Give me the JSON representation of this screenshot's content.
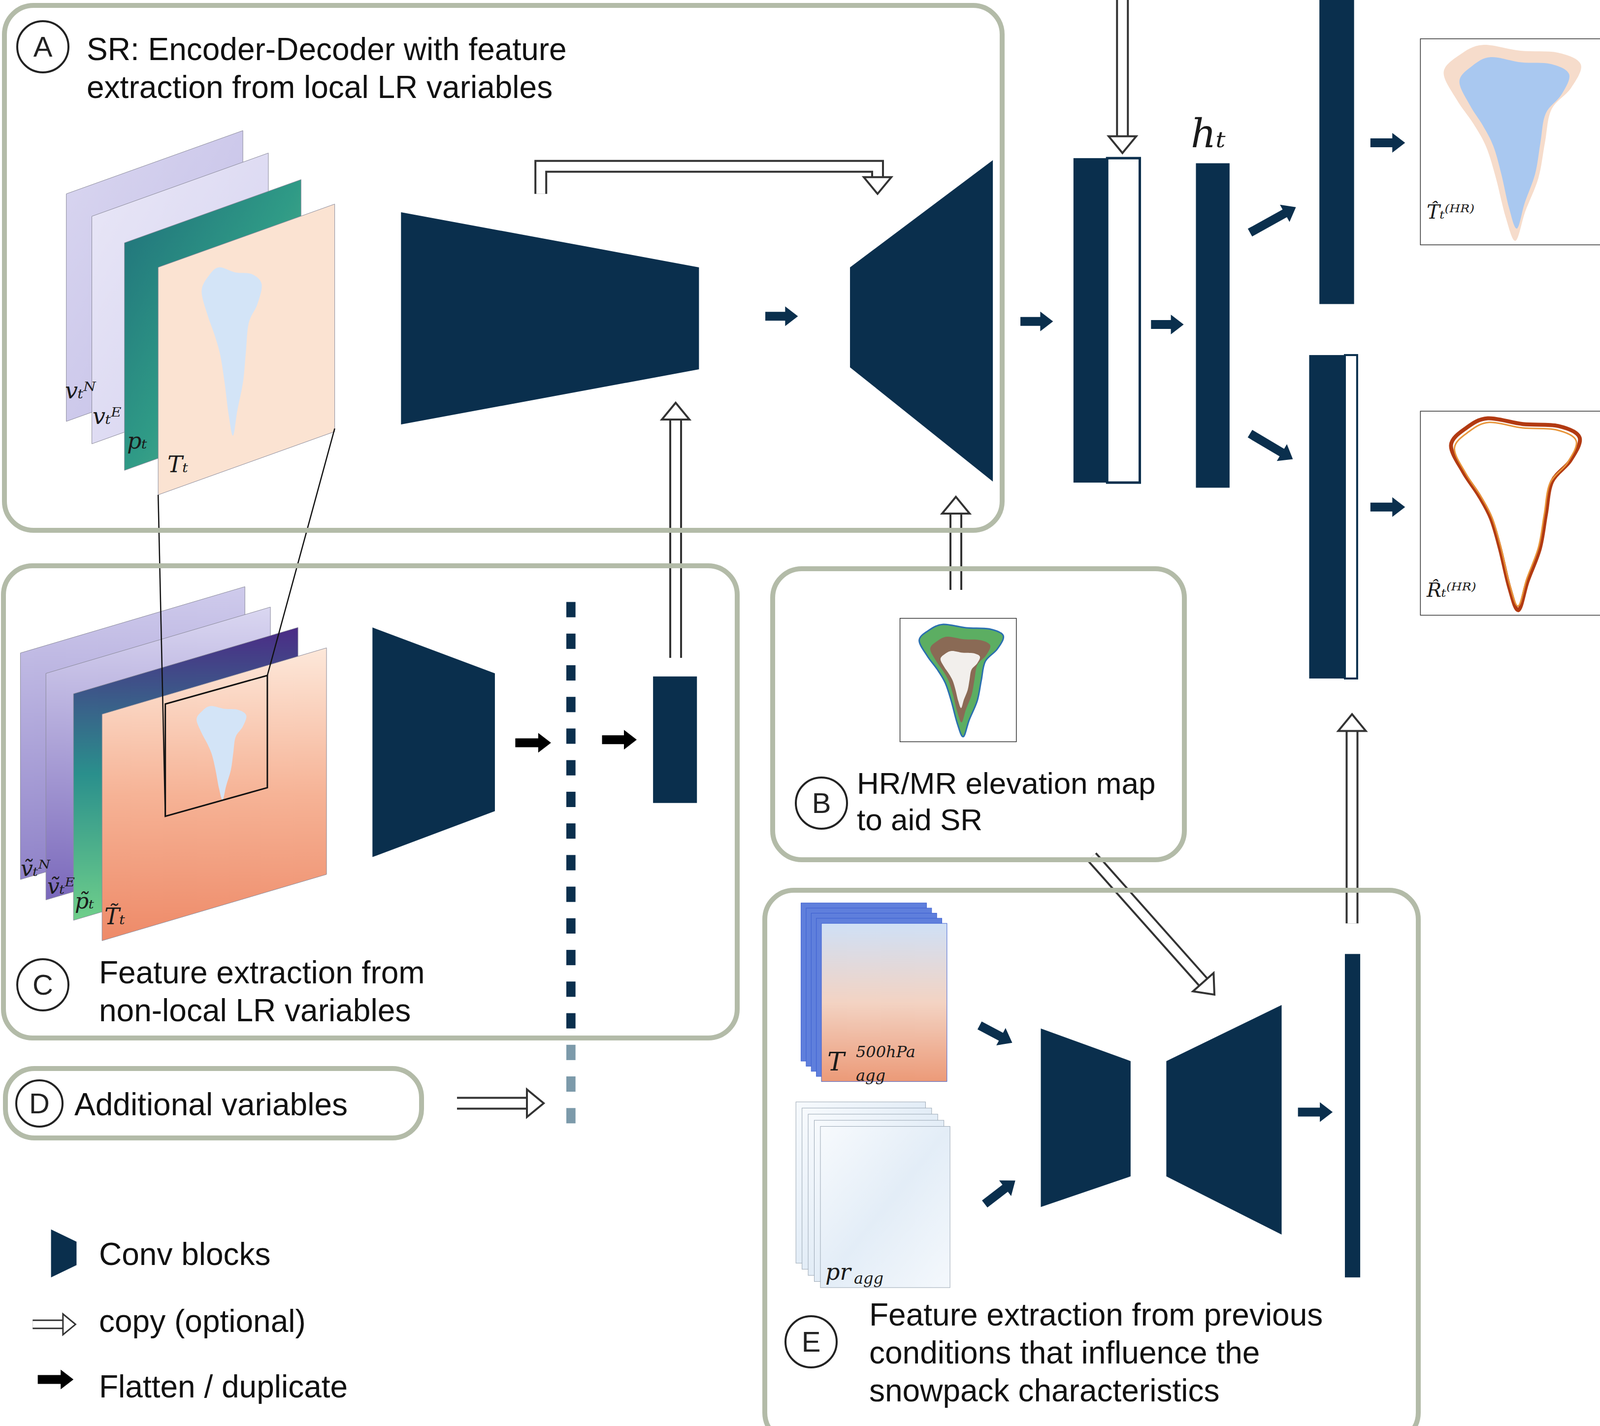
{
  "diagram": {
    "nodes": [
      {
        "text": [
          "SR: Encoder-Decoder with feature extraction from local LR variables"
        ]
      },
      {
        "text": [
          "A"
        ],
        "in": 0
      },
      {
        "text": [
          "Feature extraction from non-local LR variables"
        ]
      },
      {
        "text": [
          "C"
        ],
        "in": 2
      },
      {
        "text": [
          "HR/MR elevation map to aid SR"
        ]
      },
      {
        "text": [
          "B"
        ],
        "in": 4
      },
      {
        "text": [
          "Additional variables"
        ]
      },
      {
        "text": [
          "D"
        ],
        "in": 6
      },
      {
        "text": [
          "Feature extraction from previous conditions that influence the snowpack characteristics"
        ]
      },
      {
        "text": [
          "E"
        ],
        "in": 8
      }
    ],
    "edges": [
      {
        "from": 2,
        "to": 0,
        "arrow": "to"
      },
      {
        "from": 4,
        "to": 0,
        "arrow": "to"
      },
      {
        "from": 4,
        "to": 8,
        "arrow": "to"
      },
      {
        "from": 6,
        "to": 2,
        "arrow": "to"
      }
    ],
    "labels": [
      "vₜᴺ",
      "vₜᴱ",
      "pₜ",
      "Tₜ",
      "ṽₜᴺ",
      "ṽₜᴱ",
      "p̃ₜ",
      "T̃ₜ",
      "hₜ",
      "T̂ₜ⁽ᴴᴿ⁾",
      "R̂ₜ⁽ᴴᴿ⁾",
      "T",
      "500hPa",
      "agg",
      "pr",
      "agg"
    ],
    "legend": [
      {
        "text": "Conv blocks"
      },
      {
        "text": "copy (optional)"
      },
      {
        "text": "Flatten / duplicate"
      }
    ]
  }
}
